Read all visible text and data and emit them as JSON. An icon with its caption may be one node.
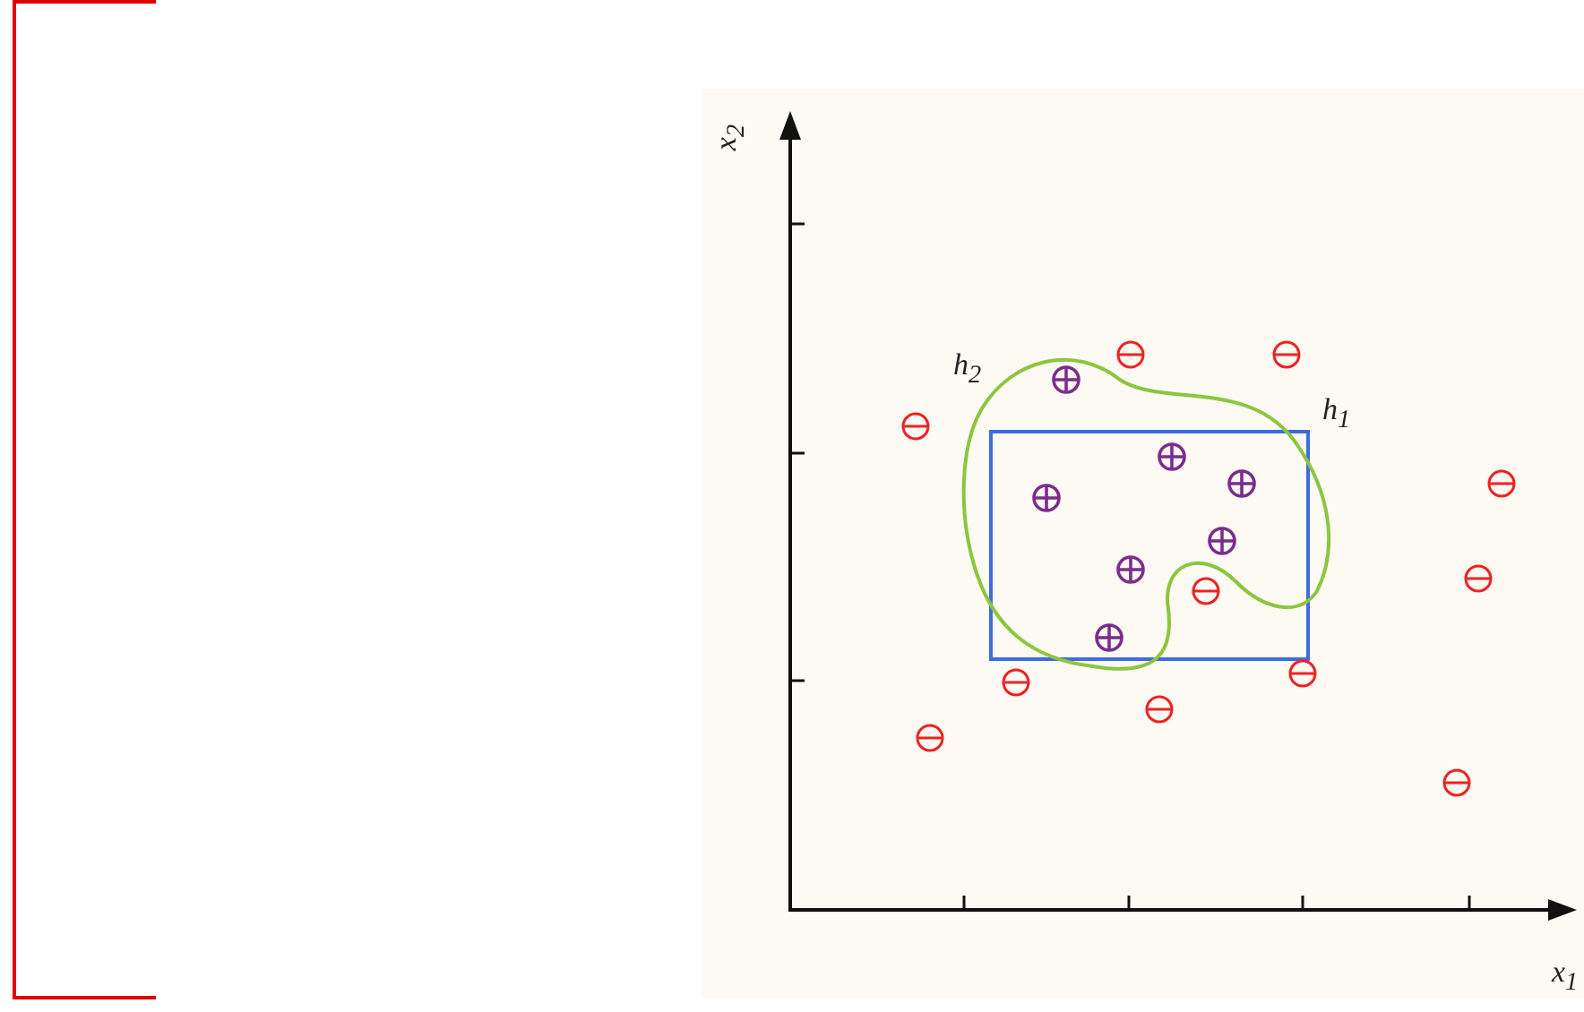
{
  "diagram": {
    "labels": [
      "x$_{2}$",
      "h$_{2}$",
      "h$_{1}$",
      "x$_{1}$"
    ]
  }
}
